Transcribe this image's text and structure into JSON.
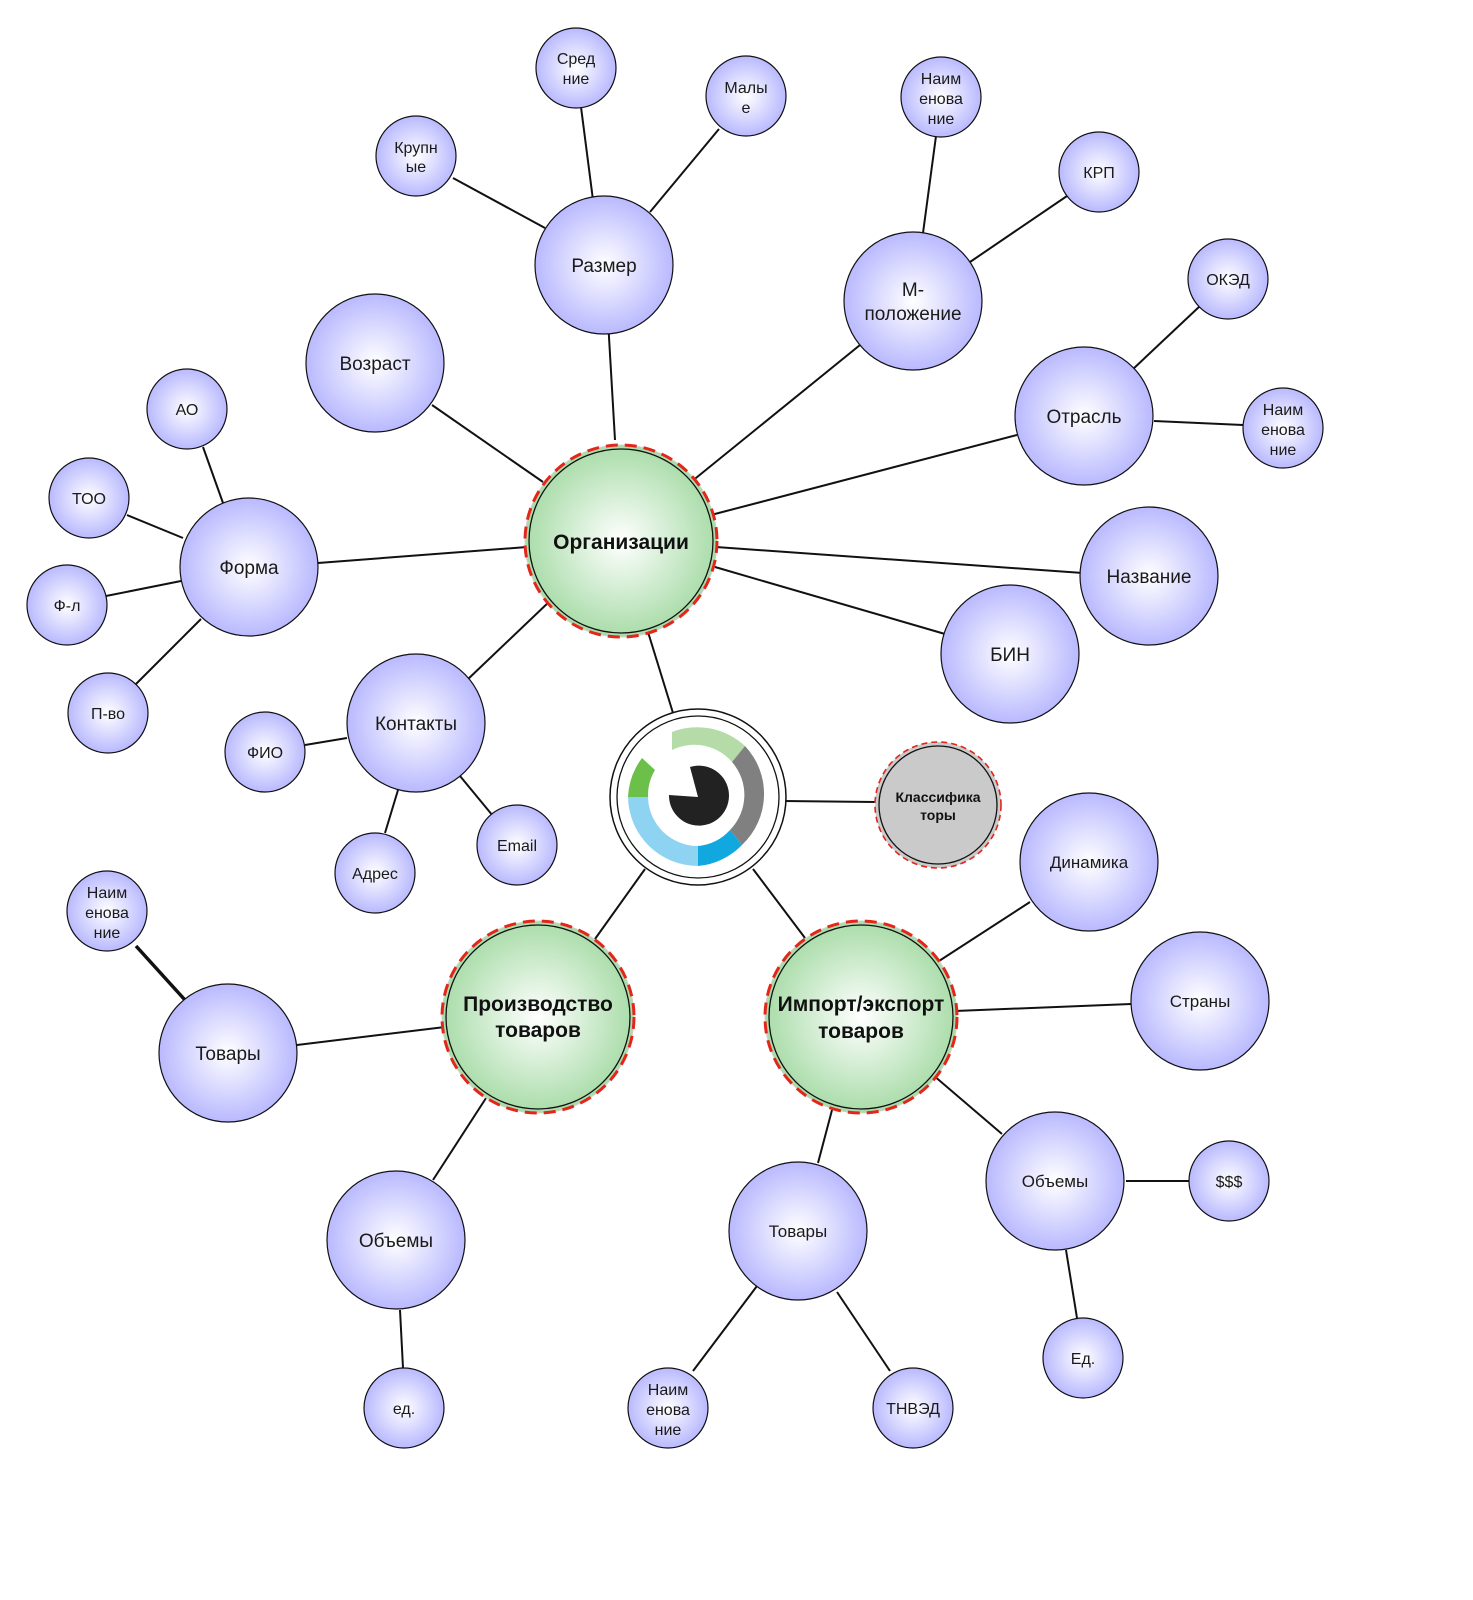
{
  "diagram": {
    "hubs": {
      "organizations": "Организации",
      "production": [
        "Производство",
        "товаров"
      ],
      "import_export": [
        "Импорт/экспорт",
        "товаров"
      ],
      "classifiers": [
        "Классифика",
        "торы"
      ]
    },
    "org": {
      "size": "Размер",
      "size_large": [
        "Крупн",
        "ые"
      ],
      "size_medium": [
        "Сред",
        "ние"
      ],
      "size_small": [
        "Малы",
        "е"
      ],
      "location": [
        "М-",
        "положение"
      ],
      "location_name": [
        "Наим",
        "енова",
        "ние"
      ],
      "location_krp": "КРП",
      "industry": "Отрасль",
      "industry_oked": "ОКЭД",
      "industry_name": [
        "Наим",
        "енова",
        "ние"
      ],
      "name": "Название",
      "bin": "БИН",
      "age": "Возраст",
      "form": "Форма",
      "form_ao": "АО",
      "form_too": "ТОО",
      "form_fl": "Ф-л",
      "form_pvo": "П-во",
      "contacts": "Контакты",
      "contacts_fio": "ФИО",
      "contacts_address": "Адрес",
      "contacts_email": "Email"
    },
    "production": {
      "goods": "Товары",
      "goods_name": [
        "Наим",
        "енова",
        "ние"
      ],
      "volumes": "Объемы",
      "units": "ед."
    },
    "trade": {
      "dynamics": "Динамика",
      "countries": "Страны",
      "volumes": "Объемы",
      "money": "$$$",
      "units": "Ед.",
      "goods": "Товары",
      "goods_name": [
        "Наим",
        "енова",
        "ние"
      ],
      "tnved": "ТНВЭД"
    }
  },
  "colors": {
    "node_fill_center": "#ffffff",
    "node_fill_edge": "#b9b9ff",
    "hub_fill_center": "#ffffff",
    "hub_fill_edge": "#a9dca9",
    "hub_dash": "#e3251a",
    "logo_green_light": "#b5dba8",
    "logo_green": "#6cc04a",
    "logo_gray": "#808080",
    "logo_blue_light": "#8fd3f3",
    "logo_blue": "#11a8e0"
  },
  "icons": {
    "center": "logo-ring-icon"
  }
}
